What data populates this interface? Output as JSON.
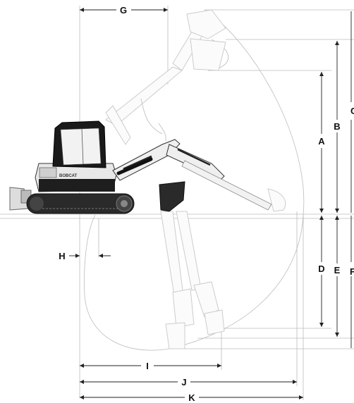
{
  "dimensions": {
    "A": "A",
    "B": "B",
    "C": "C",
    "D": "D",
    "E": "E",
    "F": "F",
    "G": "G",
    "H": "H",
    "I": "I",
    "J": "J",
    "K": "K"
  },
  "machine": {
    "brand": "BOBCAT"
  },
  "colors": {
    "line": "#222222",
    "ghost": "#c8c8c8",
    "cab": "#1a1a1a",
    "track": "#2a2a2a"
  }
}
